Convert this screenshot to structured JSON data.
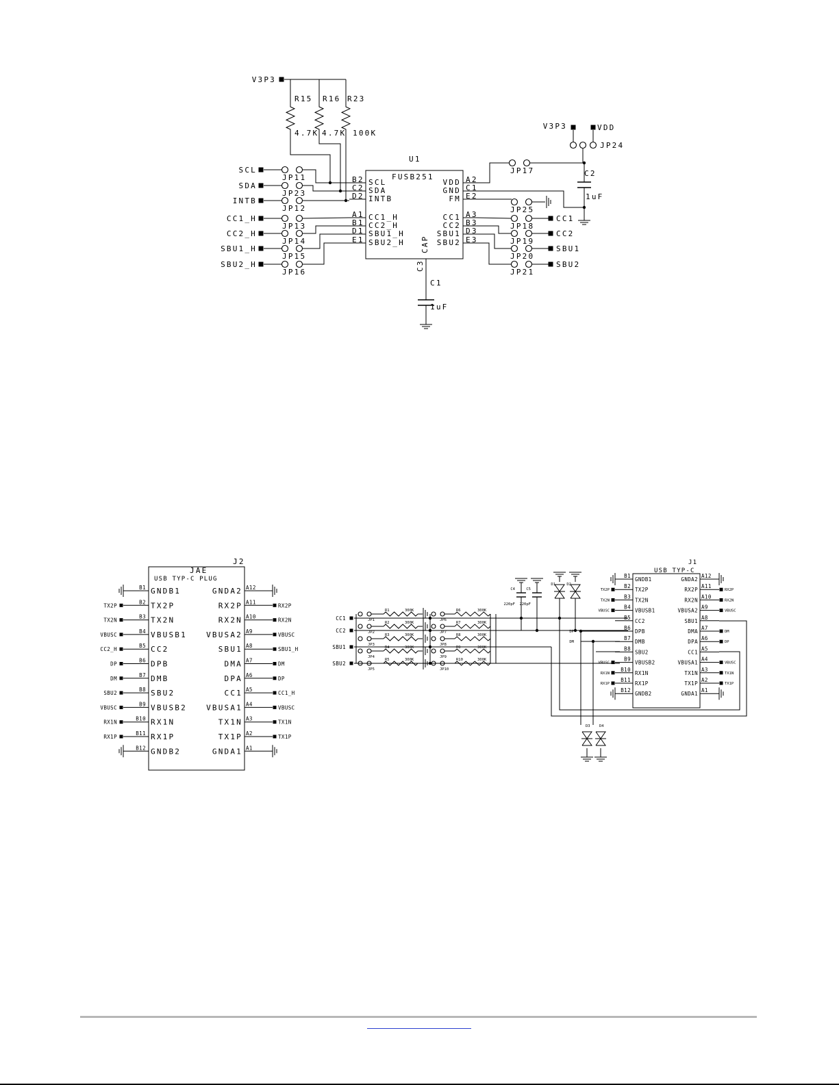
{
  "u1": {
    "ref": "U1",
    "part": "FUSB251",
    "cap_label": "CAP",
    "cap_net": "C3",
    "left_pins": [
      {
        "num": "B2",
        "name": "SCL"
      },
      {
        "num": "C2",
        "name": "SDA"
      },
      {
        "num": "D2",
        "name": "INTB"
      },
      {
        "num": "A1",
        "name": "CC1_H"
      },
      {
        "num": "B1",
        "name": "CC2_H"
      },
      {
        "num": "D1",
        "name": "SBU1_H"
      },
      {
        "num": "E1",
        "name": "SBU2_H"
      }
    ],
    "right_pins": [
      {
        "num": "A2",
        "name": "VDD"
      },
      {
        "num": "C1",
        "name": "GND"
      },
      {
        "num": "E2",
        "name": "FM"
      },
      {
        "num": "A3",
        "name": "CC1"
      },
      {
        "num": "B3",
        "name": "CC2"
      },
      {
        "num": "D3",
        "name": "SBU1"
      },
      {
        "num": "E3",
        "name": "SBU2"
      }
    ],
    "left_ports": [
      "SCL",
      "SDA",
      "INTB",
      "CC1_H",
      "CC2_H",
      "SBU1_H",
      "SBU2_H"
    ],
    "left_jumpers": [
      "JP11",
      "JP23",
      "JP12",
      "JP13",
      "JP14",
      "JP15",
      "JP16"
    ],
    "right_ports": [
      "CC1",
      "CC2",
      "SBU1",
      "SBU2"
    ],
    "right_jumpers": [
      "JP18",
      "JP19",
      "JP20",
      "JP21"
    ],
    "vdd_jumper": "JP17",
    "fm_jumper": "JP25",
    "supply_jumper": "JP24",
    "supply_ports": [
      "V3P3",
      "VDD"
    ],
    "pullup_port": "V3P3",
    "resistors": [
      {
        "ref": "R15",
        "value": "4.7K"
      },
      {
        "ref": "R16",
        "value": "4.7K"
      },
      {
        "ref": "R23",
        "value": "100K"
      }
    ],
    "c1": {
      "ref": "C1",
      "value": "1uF"
    },
    "c2": {
      "ref": "C2",
      "value": "1uF"
    }
  },
  "j2": {
    "ref": "J2",
    "mfr": "JAE",
    "title": "USB TYP-C PLUG",
    "left": [
      {
        "num": "B1",
        "name": "GNDB1",
        "net": ""
      },
      {
        "num": "B2",
        "name": "TX2P",
        "net": "TX2P"
      },
      {
        "num": "B3",
        "name": "TX2N",
        "net": "TX2N"
      },
      {
        "num": "B4",
        "name": "VBUSB1",
        "net": "VBUSC"
      },
      {
        "num": "B5",
        "name": "CC2",
        "net": "CC2_H"
      },
      {
        "num": "B6",
        "name": "DPB",
        "net": "DP"
      },
      {
        "num": "B7",
        "name": "DMB",
        "net": "DM"
      },
      {
        "num": "B8",
        "name": "SBU2",
        "net": "SBU2"
      },
      {
        "num": "B9",
        "name": "VBUSB2",
        "net": "VBUSC"
      },
      {
        "num": "B10",
        "name": "RX1N",
        "net": "RX1N"
      },
      {
        "num": "B11",
        "name": "RX1P",
        "net": "RX1P"
      },
      {
        "num": "B12",
        "name": "GNDB2",
        "net": ""
      }
    ],
    "right": [
      {
        "num": "A12",
        "name": "GNDA2",
        "net": ""
      },
      {
        "num": "A11",
        "name": "RX2P",
        "net": "RX2P"
      },
      {
        "num": "A10",
        "name": "RX2N",
        "net": "RX2N"
      },
      {
        "num": "A9",
        "name": "VBUSA2",
        "net": "VBUSC"
      },
      {
        "num": "A8",
        "name": "SBU1",
        "net": "SBU1_H"
      },
      {
        "num": "A7",
        "name": "DMA",
        "net": "DM"
      },
      {
        "num": "A6",
        "name": "DPA",
        "net": "DP"
      },
      {
        "num": "A5",
        "name": "CC1",
        "net": "CC1_H"
      },
      {
        "num": "A4",
        "name": "VBUSA1",
        "net": "VBUSC"
      },
      {
        "num": "A3",
        "name": "TX1N",
        "net": "TX1N"
      },
      {
        "num": "A2",
        "name": "TX1P",
        "net": "TX1P"
      },
      {
        "num": "A1",
        "name": "GNDA1",
        "net": ""
      }
    ]
  },
  "j1": {
    "ref": "J1",
    "title": "USB TYP-C",
    "left": [
      {
        "num": "B1",
        "name": "GNDB1",
        "net": ""
      },
      {
        "num": "B2",
        "name": "TX2P",
        "net": "TX2P"
      },
      {
        "num": "B3",
        "name": "TX2N",
        "net": "TX2N"
      },
      {
        "num": "B4",
        "name": "VBUSB1",
        "net": "VBUSC"
      },
      {
        "num": "B5",
        "name": "CC2",
        "net": ""
      },
      {
        "num": "B6",
        "name": "DPB",
        "net": ""
      },
      {
        "num": "B7",
        "name": "DMB",
        "net": ""
      },
      {
        "num": "B8",
        "name": "SBU2",
        "net": ""
      },
      {
        "num": "B9",
        "name": "VBUSB2",
        "net": "VBUSC"
      },
      {
        "num": "B10",
        "name": "RX1N",
        "net": "RX1N"
      },
      {
        "num": "B11",
        "name": "RX1P",
        "net": "RX1P"
      },
      {
        "num": "B12",
        "name": "GNDB2",
        "net": ""
      }
    ],
    "right": [
      {
        "num": "A12",
        "name": "GNDA2",
        "net": ""
      },
      {
        "num": "A11",
        "name": "RX2P",
        "net": "RX2P"
      },
      {
        "num": "A10",
        "name": "RX2N",
        "net": "RX2N"
      },
      {
        "num": "A9",
        "name": "VBUSA2",
        "net": "VBUSC"
      },
      {
        "num": "A8",
        "name": "SBU1",
        "net": ""
      },
      {
        "num": "A7",
        "name": "DMA",
        "net": "DM"
      },
      {
        "num": "A6",
        "name": "DPA",
        "net": "DP"
      },
      {
        "num": "A5",
        "name": "CC1",
        "net": ""
      },
      {
        "num": "A4",
        "name": "VBUSA1",
        "net": "VBUSC"
      },
      {
        "num": "A3",
        "name": "TX1N",
        "net": "TX1N"
      },
      {
        "num": "A2",
        "name": "TX1P",
        "net": "TX1P"
      },
      {
        "num": "A1",
        "name": "GNDA1",
        "net": ""
      }
    ],
    "dp_label": "DP",
    "dm_label": "DM"
  },
  "filter": {
    "ports": [
      "CC1",
      "CC2",
      "SBU1",
      "SBU2"
    ],
    "jumpers_a": [
      "JP1",
      "JP2",
      "JP3",
      "JP4",
      "JP5"
    ],
    "jumpers_b": [
      "JP6",
      "JP7",
      "JP8",
      "JP9",
      "JP10"
    ],
    "resistors_a": [
      {
        "ref": "R1",
        "value": "300K"
      },
      {
        "ref": "R2",
        "value": "300K"
      },
      {
        "ref": "R3",
        "value": "300K"
      },
      {
        "ref": "R4",
        "value": "300K"
      },
      {
        "ref": "R5",
        "value": "300K"
      }
    ],
    "resistors_b": [
      {
        "ref": "R6",
        "value": "300K"
      },
      {
        "ref": "R7",
        "value": "300K"
      },
      {
        "ref": "R8",
        "value": "300K"
      },
      {
        "ref": "R9",
        "value": "300K"
      },
      {
        "ref": "R10",
        "value": "300K"
      }
    ],
    "caps": [
      {
        "ref": "C4",
        "value": "220pF"
      },
      {
        "ref": "C5",
        "value": "220pF"
      }
    ],
    "diodes": [
      "D1",
      "D2",
      "D3",
      "D4"
    ]
  }
}
